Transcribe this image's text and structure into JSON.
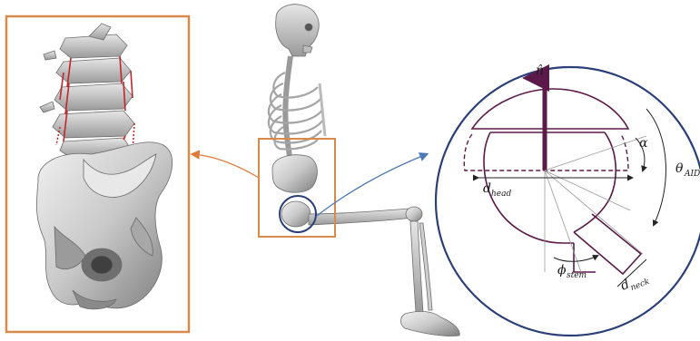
{
  "labels": {
    "normal": "n̂",
    "alpha": "α",
    "theta": "θ",
    "theta_sub": "AID",
    "d_head": "d",
    "d_head_sub": "head",
    "phi": "ϕ",
    "phi_sub": "stem",
    "d_neck": "d",
    "d_neck_sub": "neck"
  },
  "colors": {
    "orange_box": "#d9894a",
    "navy_circle": "#2a3f7a",
    "implant": "#5b1a4a",
    "arrow_left": "#e07a3a",
    "arrow_right": "#4a7ab8"
  }
}
